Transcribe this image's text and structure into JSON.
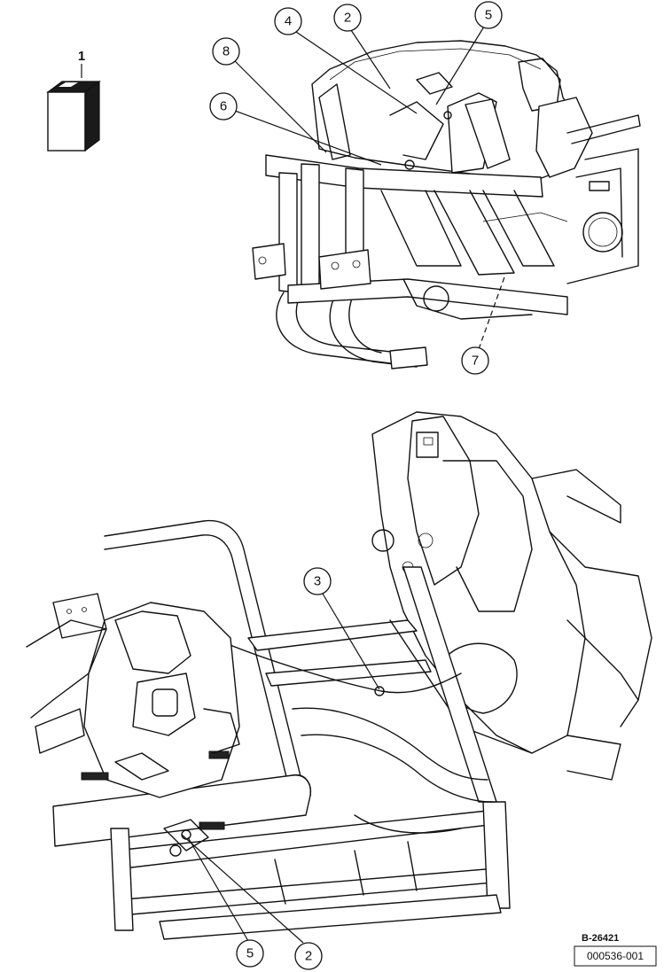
{
  "callouts": [
    {
      "id": "c8",
      "label": "8"
    },
    {
      "id": "c4",
      "label": "4"
    },
    {
      "id": "c2-top",
      "label": "2"
    },
    {
      "id": "c5-top",
      "label": "5"
    },
    {
      "id": "c6",
      "label": "6"
    },
    {
      "id": "c7",
      "label": "7"
    },
    {
      "id": "c3",
      "label": "3"
    },
    {
      "id": "c5-bottom",
      "label": "5"
    },
    {
      "id": "c2-bottom",
      "label": "2"
    }
  ],
  "item1": {
    "label": "1"
  },
  "figure_ref": "B-26421",
  "doc_number": "000536-001"
}
